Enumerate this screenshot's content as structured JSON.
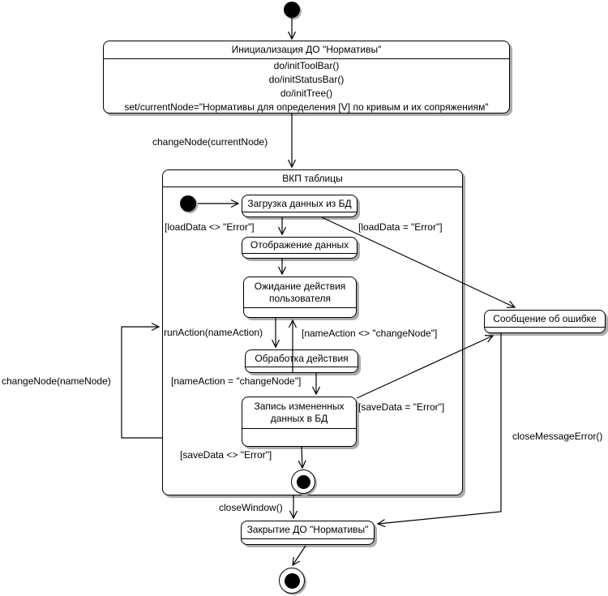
{
  "diagram": {
    "colors": {
      "background": "#ffffff",
      "line": "#000000",
      "shadow": "#ababab"
    },
    "states": {
      "init": {
        "title": "Инициализация ДО \"Нормативы\"",
        "actions": [
          "do/initToolBar()",
          "do/initStatusBar()",
          "do/initTree()",
          "set/currentNode=\"Нормативы для определения [V] по кривым и их сопряжениям\""
        ]
      },
      "vkp": {
        "title": "ВКП таблицы"
      },
      "load": {
        "title": "Загрузка данных из БД"
      },
      "display": {
        "title": "Отображение данных"
      },
      "wait": {
        "title": "Ожидание действия пользователя"
      },
      "process": {
        "title": "Обработка действия"
      },
      "save": {
        "title": "Запись измененных данных в БД"
      },
      "error": {
        "title": "Сообщение об ошибке"
      },
      "close": {
        "title": "Закрытие ДО \"Нормативы\""
      }
    },
    "transitions": {
      "change_node_current": "changeNode(currentNode)",
      "load_ok": "[loadData <> \"Error\"]",
      "load_error": "[loadData = \"Error\"]",
      "run_action": "runAction(nameAction)",
      "name_action_neq": "[nameAction <> \"changeNode\"]",
      "name_action_eq": "[nameAction = \"changeNode\"]",
      "save_error": "[saveData = \"Error\"]",
      "save_ok": "[saveData <> \"Error\"]",
      "change_node_name": "changeNode(nameNode)",
      "close_window": "closeWindow()",
      "close_message_error": "closeMessageError()"
    }
  }
}
